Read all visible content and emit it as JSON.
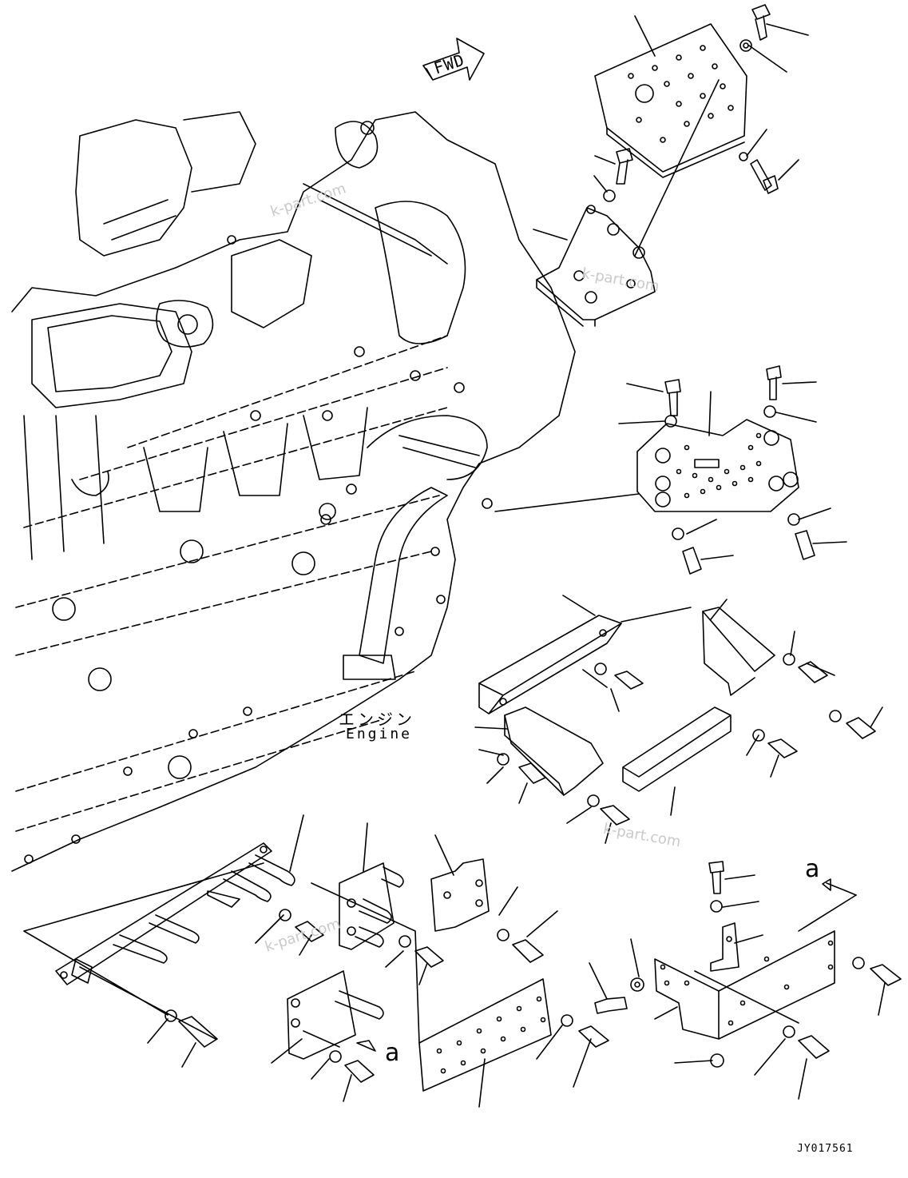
{
  "direction_label": "FWD",
  "engine_label_jp": "エンジン",
  "engine_label_en": "Engine",
  "view_marker": "a",
  "watermark": "k-part.com",
  "drawing_number": "JY017561"
}
